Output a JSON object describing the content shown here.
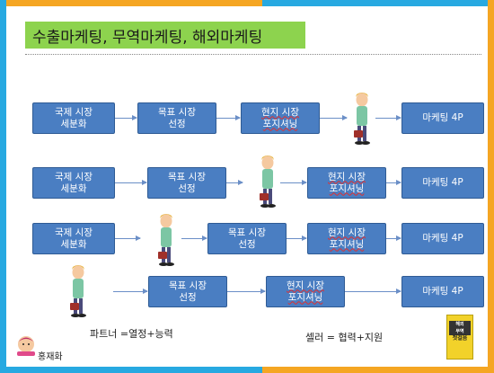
{
  "title": "수출마케팅, 무역마케팅, 해외마케팅",
  "rows": [
    {
      "boxes": [
        "국제 시장\n세분화",
        "목표 시장\n선정",
        "현지 시장\n포지셔닝",
        "마케팅 4P"
      ]
    },
    {
      "boxes": [
        "국제 시장\n세분화",
        "목표 시장\n선정",
        "현지 시장\n포지셔닝",
        "마케팅 4P"
      ]
    },
    {
      "boxes": [
        "국제 시장\n세분화",
        "목표 시장\n선정",
        "현지 시장\n포지셔닝",
        "마케팅 4P"
      ]
    },
    {
      "boxes": [
        "목표 시장\n선정",
        "현지 시장\n포지셔닝",
        "마케팅 4P"
      ]
    }
  ],
  "captions": {
    "partner": "파트너 =열정+능력",
    "seller": "셀러 = 협력+지원"
  },
  "author": "홍재화",
  "book": {
    "line1": "해외",
    "line2": "무역",
    "line3": "첫걸음"
  },
  "colors": {
    "box": "#4a7ec2",
    "title_bg": "#8dd34e",
    "frame_orange": "#f5a623",
    "frame_blue": "#27a9e1"
  }
}
